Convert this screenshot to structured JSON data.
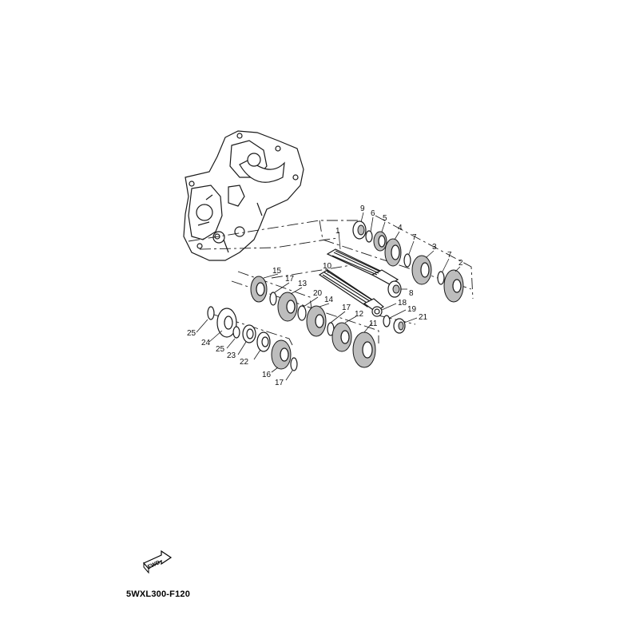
{
  "diagram": {
    "code": "5WXL300-F120",
    "fwd_label": "FWD",
    "callouts": [
      {
        "id": "c9",
        "label": "9"
      },
      {
        "id": "c6",
        "label": "6"
      },
      {
        "id": "c5",
        "label": "5"
      },
      {
        "id": "c4",
        "label": "4"
      },
      {
        "id": "c1",
        "label": "1"
      },
      {
        "id": "c7a",
        "label": "7"
      },
      {
        "id": "c3",
        "label": "3"
      },
      {
        "id": "c7b",
        "label": "7"
      },
      {
        "id": "c2",
        "label": "2"
      },
      {
        "id": "c10",
        "label": "10"
      },
      {
        "id": "c15",
        "label": "15"
      },
      {
        "id": "c17a",
        "label": "17"
      },
      {
        "id": "c13",
        "label": "13"
      },
      {
        "id": "c20",
        "label": "20"
      },
      {
        "id": "c14",
        "label": "14"
      },
      {
        "id": "c17b",
        "label": "17"
      },
      {
        "id": "c8",
        "label": "8"
      },
      {
        "id": "c18",
        "label": "18"
      },
      {
        "id": "c19",
        "label": "19"
      },
      {
        "id": "c12",
        "label": "12"
      },
      {
        "id": "c11",
        "label": "11"
      },
      {
        "id": "c21",
        "label": "21"
      },
      {
        "id": "c25a",
        "label": "25"
      },
      {
        "id": "c24",
        "label": "24"
      },
      {
        "id": "c25b",
        "label": "25"
      },
      {
        "id": "c23",
        "label": "23"
      },
      {
        "id": "c22",
        "label": "22"
      },
      {
        "id": "c16",
        "label": "16"
      },
      {
        "id": "c17c",
        "label": "17"
      }
    ]
  }
}
